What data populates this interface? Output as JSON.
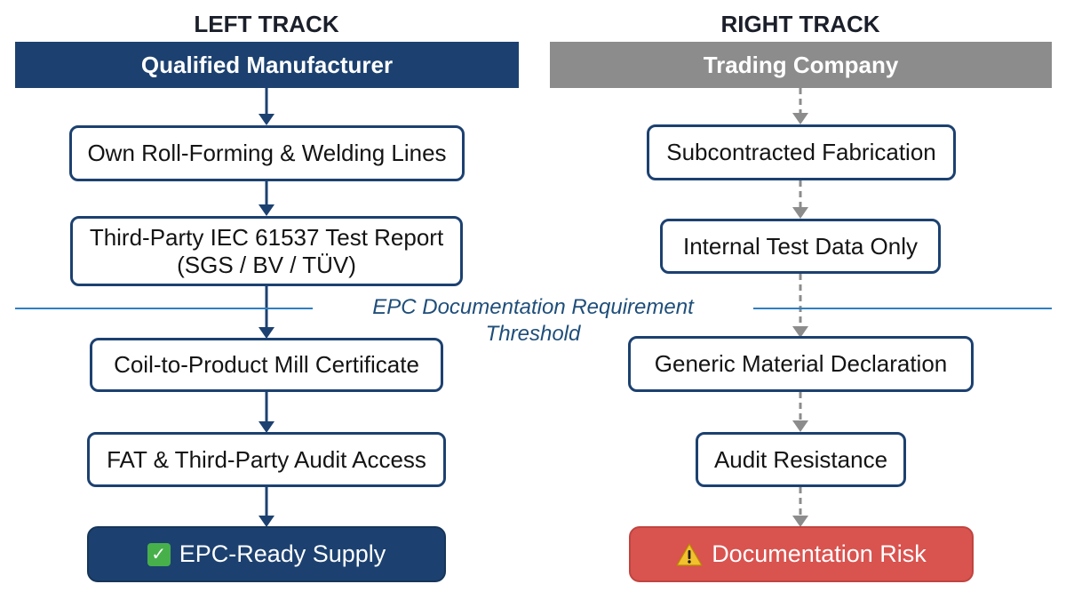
{
  "left_track": {
    "title": "LEFT TRACK",
    "header": "Qualified Manufacturer",
    "steps": [
      "Own Roll-Forming & Welding Lines",
      "Third-Party IEC 61537 Test Report",
      "(SGS / BV / TÜV)",
      "Coil-to-Product Mill Certificate",
      "FAT & Third-Party Audit Access"
    ],
    "outcome": "EPC-Ready Supply",
    "outcome_icon": "check-mark-icon",
    "color": "#1c4170"
  },
  "right_track": {
    "title": "RIGHT TRACK",
    "header": "Trading Company",
    "steps": [
      "Subcontracted Fabrication",
      "Internal Test Data Only",
      "Generic Material Declaration",
      "Audit Resistance"
    ],
    "outcome": "Documentation Risk",
    "outcome_icon": "warning-icon",
    "color": "#8c8c8c",
    "outcome_color": "#d9534f"
  },
  "threshold": {
    "label": "EPC Documentation Requirement Threshold",
    "color": "#2f7fc0"
  }
}
